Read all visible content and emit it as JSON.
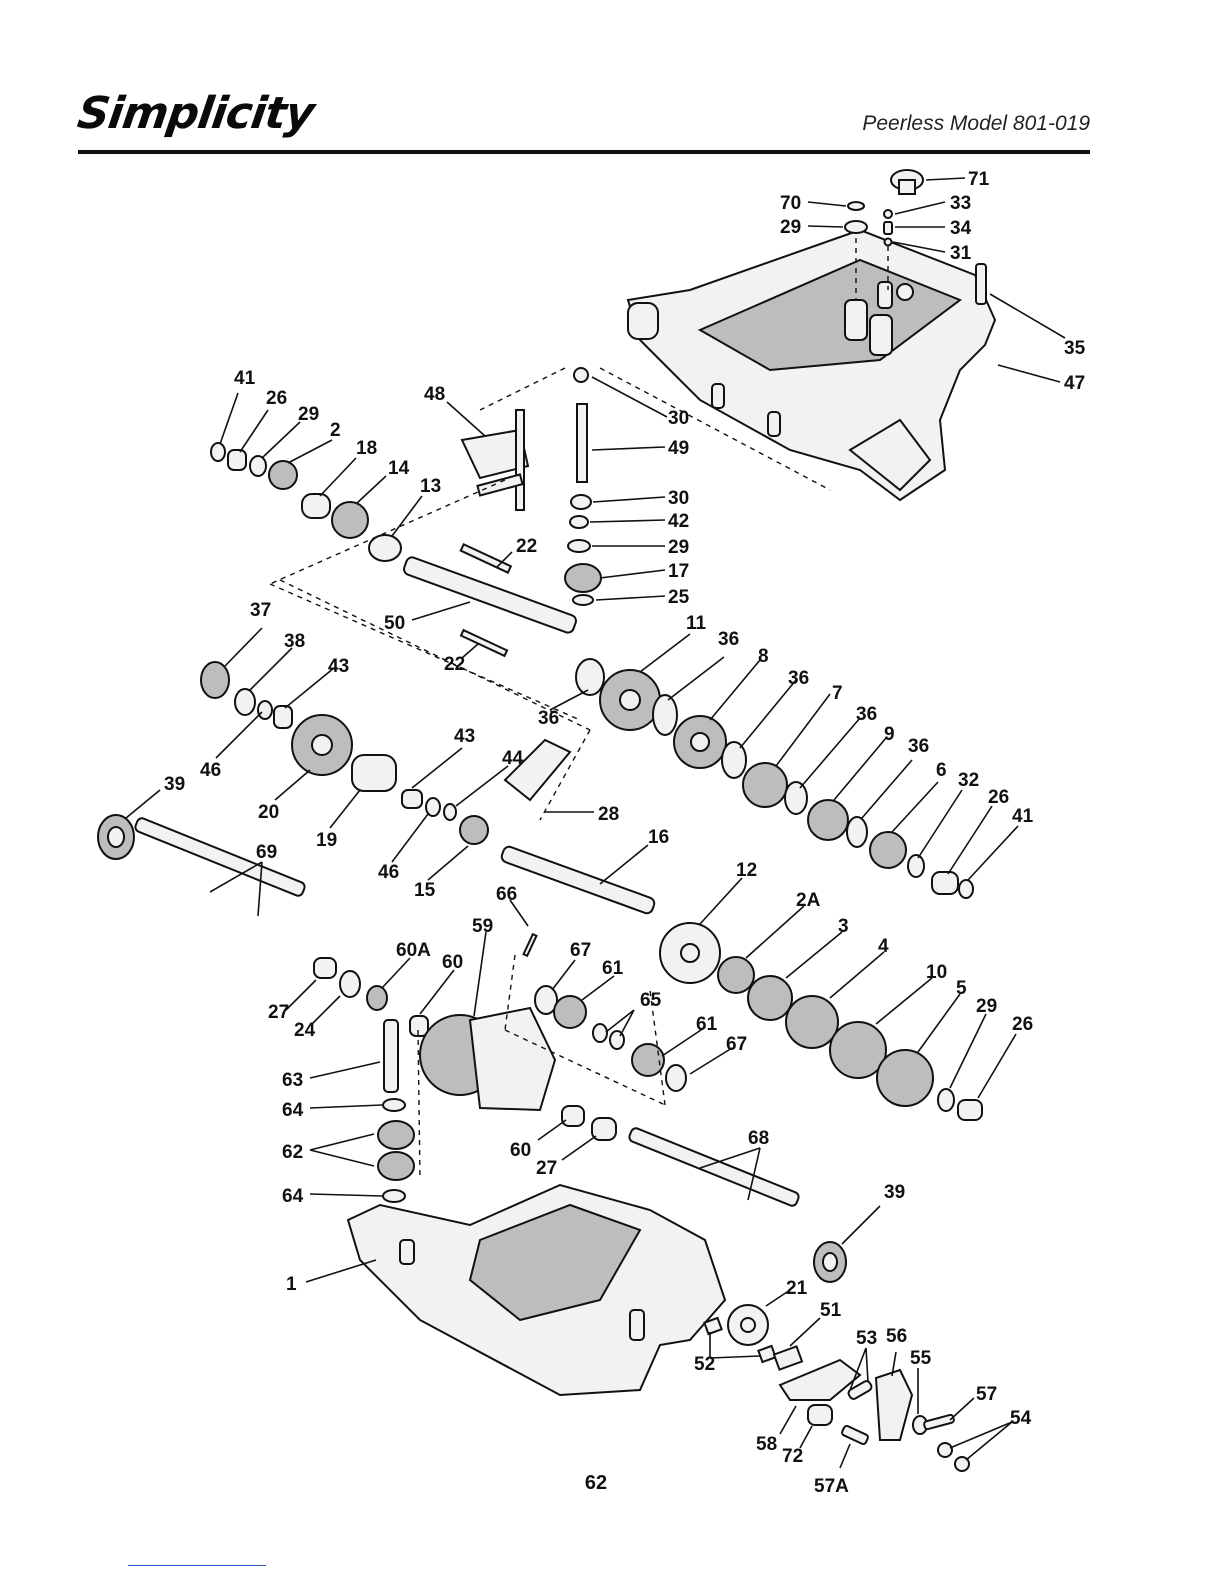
{
  "header": {
    "brand": "Simplicity",
    "model": "Peerless Model 801-019"
  },
  "footer": {
    "page_number": "62"
  },
  "callouts": [
    {
      "id": "c71",
      "text": "71"
    },
    {
      "id": "c70",
      "text": "70"
    },
    {
      "id": "c33",
      "text": "33"
    },
    {
      "id": "c29a",
      "text": "29"
    },
    {
      "id": "c34",
      "text": "34"
    },
    {
      "id": "c31",
      "text": "31"
    },
    {
      "id": "c35",
      "text": "35"
    },
    {
      "id": "c47",
      "text": "47"
    },
    {
      "id": "c41a",
      "text": "41"
    },
    {
      "id": "c26a",
      "text": "26"
    },
    {
      "id": "c29b",
      "text": "29"
    },
    {
      "id": "c2",
      "text": "2"
    },
    {
      "id": "c18",
      "text": "18"
    },
    {
      "id": "c14",
      "text": "14"
    },
    {
      "id": "c13",
      "text": "13"
    },
    {
      "id": "c48",
      "text": "48"
    },
    {
      "id": "c30a",
      "text": "30"
    },
    {
      "id": "c49",
      "text": "49"
    },
    {
      "id": "c30b",
      "text": "30"
    },
    {
      "id": "c42",
      "text": "42"
    },
    {
      "id": "c29c",
      "text": "29"
    },
    {
      "id": "c17",
      "text": "17"
    },
    {
      "id": "c25",
      "text": "25"
    },
    {
      "id": "c22a",
      "text": "22"
    },
    {
      "id": "c50",
      "text": "50"
    },
    {
      "id": "c22b",
      "text": "22"
    },
    {
      "id": "c37",
      "text": "37"
    },
    {
      "id": "c38",
      "text": "38"
    },
    {
      "id": "c43a",
      "text": "43"
    },
    {
      "id": "c46a",
      "text": "46"
    },
    {
      "id": "c11",
      "text": "11"
    },
    {
      "id": "c36a",
      "text": "36"
    },
    {
      "id": "c36b",
      "text": "36"
    },
    {
      "id": "c8",
      "text": "8"
    },
    {
      "id": "c36c",
      "text": "36"
    },
    {
      "id": "c7",
      "text": "7"
    },
    {
      "id": "c36d",
      "text": "36"
    },
    {
      "id": "c9",
      "text": "9"
    },
    {
      "id": "c36e",
      "text": "36"
    },
    {
      "id": "c6",
      "text": "6"
    },
    {
      "id": "c32",
      "text": "32"
    },
    {
      "id": "c26b",
      "text": "26"
    },
    {
      "id": "c41b",
      "text": "41"
    },
    {
      "id": "c39a",
      "text": "39"
    },
    {
      "id": "c20",
      "text": "20"
    },
    {
      "id": "c19",
      "text": "19"
    },
    {
      "id": "c43b",
      "text": "43"
    },
    {
      "id": "c44",
      "text": "44"
    },
    {
      "id": "c28",
      "text": "28"
    },
    {
      "id": "c46b",
      "text": "46"
    },
    {
      "id": "c15",
      "text": "15"
    },
    {
      "id": "c16",
      "text": "16"
    },
    {
      "id": "c69",
      "text": "69"
    },
    {
      "id": "c12",
      "text": "12"
    },
    {
      "id": "c66",
      "text": "66"
    },
    {
      "id": "c2A",
      "text": "2A"
    },
    {
      "id": "c59",
      "text": "59"
    },
    {
      "id": "c3",
      "text": "3"
    },
    {
      "id": "c60A",
      "text": "60A"
    },
    {
      "id": "c60a",
      "text": "60"
    },
    {
      "id": "c67a",
      "text": "67"
    },
    {
      "id": "c61a",
      "text": "61"
    },
    {
      "id": "c4",
      "text": "4"
    },
    {
      "id": "c10",
      "text": "10"
    },
    {
      "id": "c5",
      "text": "5"
    },
    {
      "id": "c29d",
      "text": "29"
    },
    {
      "id": "c26c",
      "text": "26"
    },
    {
      "id": "c27a",
      "text": "27"
    },
    {
      "id": "c24",
      "text": "24"
    },
    {
      "id": "c65",
      "text": "65"
    },
    {
      "id": "c61b",
      "text": "61"
    },
    {
      "id": "c67b",
      "text": "67"
    },
    {
      "id": "c63",
      "text": "63"
    },
    {
      "id": "c64a",
      "text": "64"
    },
    {
      "id": "c62",
      "text": "62"
    },
    {
      "id": "c64b",
      "text": "64"
    },
    {
      "id": "c60b",
      "text": "60"
    },
    {
      "id": "c27b",
      "text": "27"
    },
    {
      "id": "c68",
      "text": "68"
    },
    {
      "id": "c39b",
      "text": "39"
    },
    {
      "id": "c1",
      "text": "1"
    },
    {
      "id": "c21",
      "text": "21"
    },
    {
      "id": "c51",
      "text": "51"
    },
    {
      "id": "c53",
      "text": "53"
    },
    {
      "id": "c56",
      "text": "56"
    },
    {
      "id": "c55",
      "text": "55"
    },
    {
      "id": "c52",
      "text": "52"
    },
    {
      "id": "c57",
      "text": "57"
    },
    {
      "id": "c54",
      "text": "54"
    },
    {
      "id": "c58",
      "text": "58"
    },
    {
      "id": "c72",
      "text": "72"
    },
    {
      "id": "c57A",
      "text": "57A"
    }
  ]
}
